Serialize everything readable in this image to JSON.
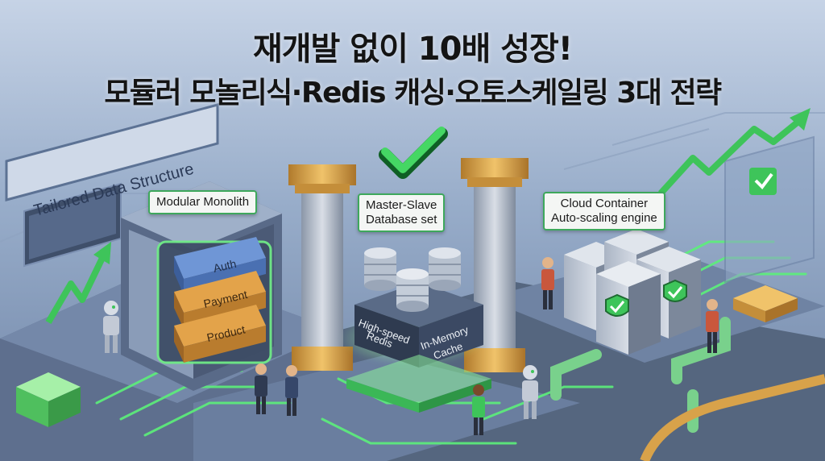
{
  "title": {
    "line1": "재개발 없이 10배 성장!",
    "line2": "모듈러 모놀리식·Redis 캐싱·오토스케일링 3대 전략"
  },
  "labels": {
    "tailored": "Tailored Data Structure",
    "modular": "Modular Monolith",
    "master_slave_1": "Master-Slave",
    "master_slave_2": "Database set",
    "cloud_1": "Cloud Container",
    "cloud_2": "Auto-scaling engine",
    "module_auth": "Auth",
    "module_payment": "Payment",
    "module_product": "Product",
    "redis_1": "High-speed",
    "redis_2": "Redis",
    "cache_1": "In-Memory",
    "cache_2": "Cache"
  },
  "colors": {
    "accent_green": "#3ec45a",
    "glow_green": "#7dff8c",
    "module_blue": "#6f96d6",
    "module_orange": "#e3a34a",
    "pillar_gold": "#d8a24a",
    "base_slate": "#5d6f8c"
  },
  "icons": [
    "check-icon",
    "shield-check-icon",
    "growth-arrow-icon",
    "database-icon",
    "server-icon",
    "robot-icon",
    "person-icon"
  ]
}
